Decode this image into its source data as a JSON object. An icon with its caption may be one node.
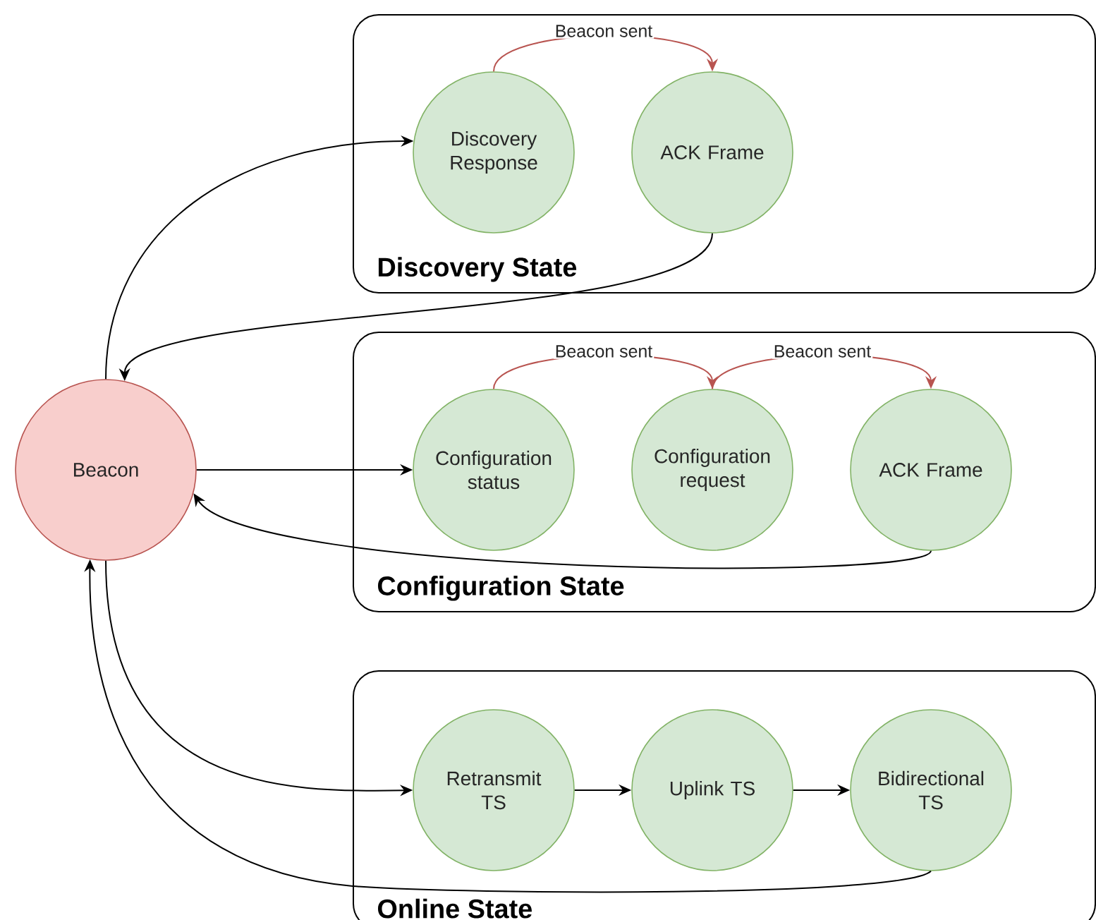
{
  "diagram": {
    "nodes": [
      {
        "text": [
          "Discovery State"
        ]
      },
      {
        "text": [
          "Discovery Response"
        ],
        "in": 0
      },
      {
        "text": [
          "ACK Frame"
        ],
        "in": 0
      },
      {
        "text": [
          "Beacon"
        ]
      },
      {
        "text": [
          "Configuration State"
        ]
      },
      {
        "text": [
          "Configuration status"
        ],
        "in": 4
      },
      {
        "text": [
          "Configuration request"
        ],
        "in": 4
      },
      {
        "text": [
          "ACK Frame"
        ],
        "in": 4
      },
      {
        "text": [
          "Online State"
        ]
      },
      {
        "text": [
          "Retransmit TS"
        ],
        "in": 8
      },
      {
        "text": [
          "Uplink TS"
        ],
        "in": 8
      },
      {
        "text": [
          "Bidirectional TS"
        ],
        "in": 8
      }
    ],
    "edges": [
      {
        "from": 3,
        "to": 1,
        "arrow": "to"
      },
      {
        "from": 1,
        "to": 2,
        "arrow": "to",
        "label": "Beacon sent",
        "color": "#b85450"
      },
      {
        "from": 2,
        "to": 3,
        "arrow": "to"
      },
      {
        "from": 3,
        "to": 5,
        "arrow": "to"
      },
      {
        "from": 5,
        "to": 6,
        "arrow": "to",
        "label": "Beacon sent",
        "color": "#b85450"
      },
      {
        "from": 6,
        "to": 7,
        "arrow": "to",
        "label": "Beacon sent",
        "color": "#b85450"
      },
      {
        "from": 7,
        "to": 3,
        "arrow": "to"
      },
      {
        "from": 3,
        "to": 9,
        "arrow": "to"
      },
      {
        "from": 9,
        "to": 10,
        "arrow": "to"
      },
      {
        "from": 10,
        "to": 11,
        "arrow": "to"
      },
      {
        "from": 11,
        "to": 3,
        "arrow": "to"
      }
    ]
  }
}
